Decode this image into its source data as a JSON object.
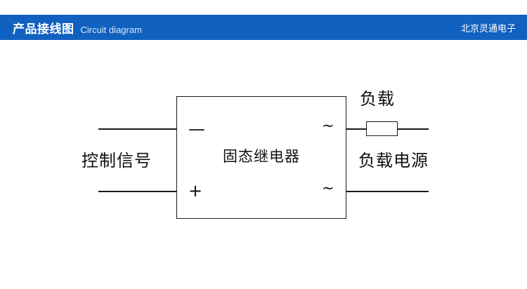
{
  "header": {
    "title_cn": "产品接线图",
    "title_en": "Circuit diagram",
    "brand": "北京灵通电子",
    "bar_color": "#1161c0"
  },
  "diagram": {
    "relay_label": "固态继电器",
    "terminals": {
      "dc_negative": "—",
      "dc_positive": "+",
      "ac_top": "~",
      "ac_bottom": "~"
    },
    "labels": {
      "control_signal": "控制信号",
      "load": "负载",
      "load_power": "负载电源"
    },
    "line_color": "#1a1a1a"
  }
}
